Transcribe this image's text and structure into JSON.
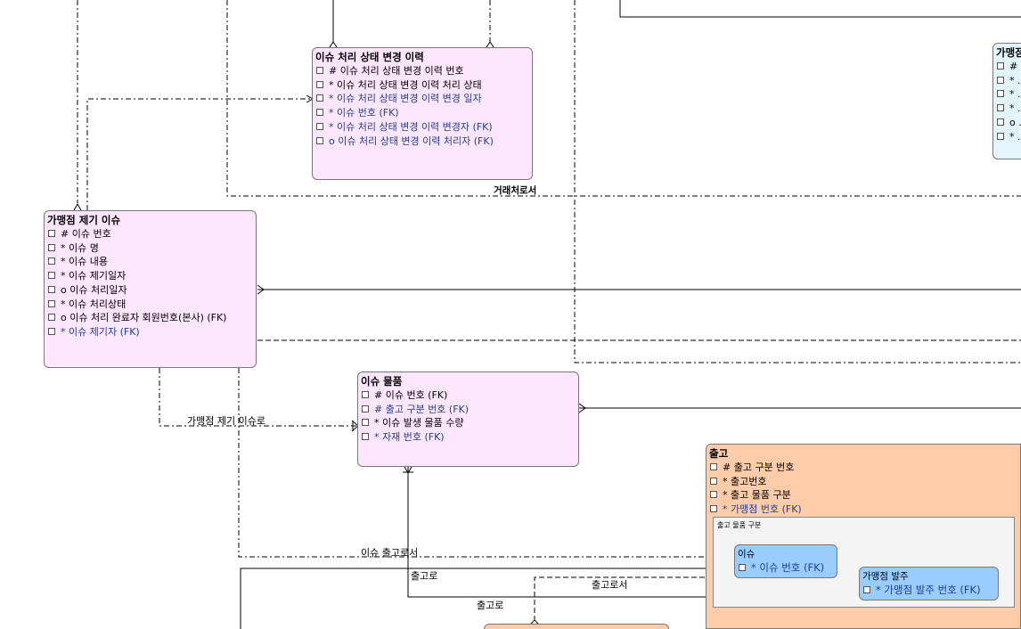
{
  "entities": {
    "issue_history": {
      "title": "이슈 처리 상태 변경 이력",
      "attrs": [
        "# 이슈 처리 상태 변경 이력 번호",
        "* 이슈 처리 상태 변경 이력 처리 상태",
        "* 이슈 처리 상태 변경 이력 변경 일자",
        "* 이슈 번호 (FK)",
        "* 이슈 처리 상태 변경 이력 변경자 (FK)",
        "o 이슈 처리 상태 변경 이력 처리자 (FK)"
      ]
    },
    "franchise_issue": {
      "title": "가맹점 제기 이슈",
      "attrs": [
        "# 이슈 번호",
        "* 이슈 명",
        "* 이슈 내용",
        "* 이슈 제기일자",
        "o 이슈 처리일자",
        "* 이슈 처리상태",
        "o 이슈 처리 완료자 회원번호(본사) (FK)",
        "* 이슈 제기자 (FK)"
      ]
    },
    "issue_item": {
      "title": "이슈 물품",
      "attrs": [
        "# 이슈 번호 (FK)",
        "# 출고 구분 번호 (FK)",
        "* 이슈 발생 물품 수량",
        "* 자재 번호 (FK)"
      ]
    },
    "shipment": {
      "title": "출고",
      "attrs": [
        "# 출고 구분 번호",
        "* 출고번호",
        "* 출고 물품 구분",
        "* 가맹점 번호 (FK)"
      ],
      "subtype_label": "출고 물품 구분"
    },
    "sub_issue": {
      "title": "이슈",
      "attrs": [
        "* 이슈 번호 (FK)"
      ]
    },
    "sub_order": {
      "title": "가맹점 발주",
      "attrs": [
        "* 가맹점 발주 번호 (FK)"
      ]
    },
    "partial_right": {
      "title": "가맹점",
      "attrs": [
        "# ...",
        "* ...",
        "* ...",
        "* ...",
        "o ...",
        "* ..."
      ]
    }
  },
  "relationship_labels": {
    "partner": "거래처로서",
    "franchise_issue_as": "가맹점 제기 이슈로",
    "issue_shipment_as": "이슈 출고로서",
    "shipment_to_a": "출고로",
    "shipment_as": "출고로서",
    "shipment_to_b": "출고로"
  }
}
